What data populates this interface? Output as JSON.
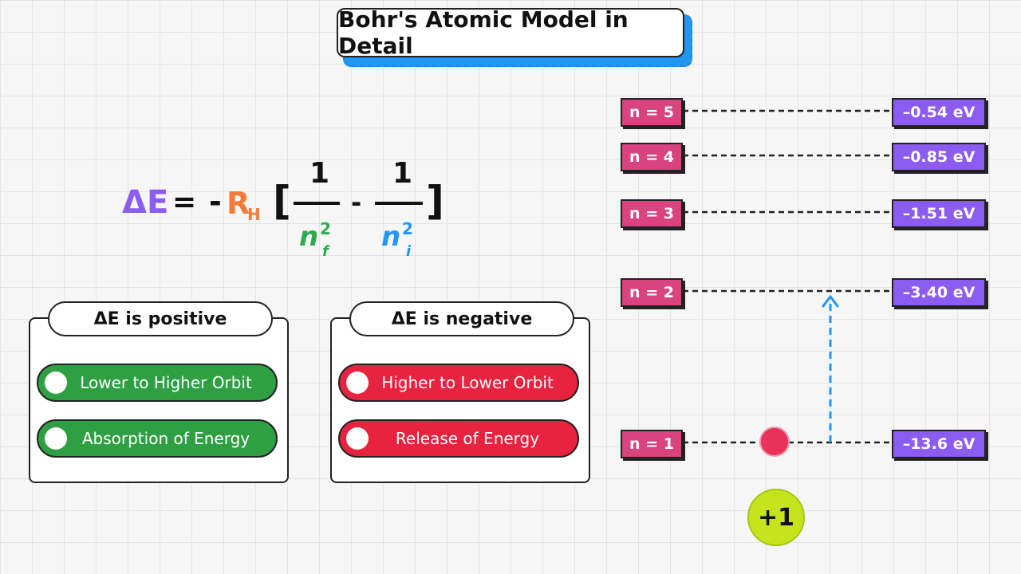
{
  "title": "Bohr's Atomic Model in Detail",
  "formula": {
    "delta_e": "ΔE",
    "equals": "=",
    "minus": "-",
    "r": "R",
    "r_sub": "H",
    "bracket_open": "[",
    "bracket_close": "]",
    "one_a": "1",
    "one_b": "1",
    "middle_minus": "-",
    "nf": "n",
    "nf_sup": "2",
    "nf_sub": "f",
    "ni": "n",
    "ni_sup": "2",
    "ni_sub": "i"
  },
  "positive_card": {
    "heading": "ΔE is positive",
    "items": [
      "Lower to Higher Orbit",
      "Absorption of Energy"
    ]
  },
  "negative_card": {
    "heading": "ΔE is negative",
    "items": [
      "Higher to Lower Orbit",
      "Release of Energy"
    ]
  },
  "levels": [
    {
      "n": "n = 5",
      "energy": "–0.54 eV"
    },
    {
      "n": "n = 4",
      "energy": "–0.85 eV"
    },
    {
      "n": "n = 3",
      "energy": "–1.51 eV"
    },
    {
      "n": "n = 2",
      "energy": "–3.40 eV"
    },
    {
      "n": "n = 1",
      "energy": "–13.6 eV"
    }
  ],
  "nucleus": "+1",
  "colors": {
    "accent_blue": "#2196f3",
    "level_label": "#d9437f",
    "energy_label": "#8c5cf0",
    "positive": "#2ea043",
    "negative": "#e8233f",
    "electron": "#e8325a",
    "nucleus": "#c6e41e"
  }
}
